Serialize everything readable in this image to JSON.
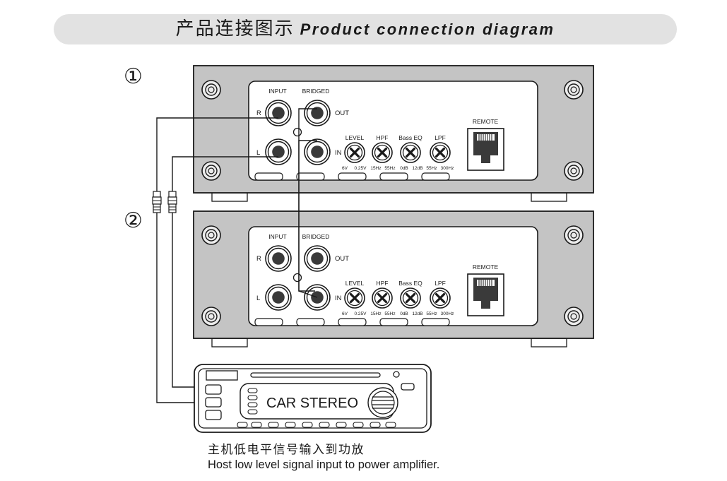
{
  "title": {
    "cn": "产品连接图示",
    "en": "Product connection diagram"
  },
  "markers": {
    "step1": "①",
    "step2": "②"
  },
  "amp_panel": {
    "input": "INPUT",
    "bridged": "BRIDGED",
    "r": "R",
    "l": "L",
    "out": "OUT",
    "in": "IN",
    "remote": "REMOTE",
    "knobs": [
      {
        "label": "LEVEL",
        "min": "6V",
        "max": "0.25V"
      },
      {
        "label": "HPF",
        "min": "15Hz",
        "max": "55Hz"
      },
      {
        "label": "Bass EQ",
        "min": "0dB",
        "max": "12dB"
      },
      {
        "label": "LPF",
        "min": "55Hz",
        "max": "300Hz"
      }
    ]
  },
  "head_unit": {
    "label": "CAR STEREO"
  },
  "caption": {
    "cn": "主机低电平信号输入到功放",
    "en": "Host low level signal input to power amplifier."
  }
}
